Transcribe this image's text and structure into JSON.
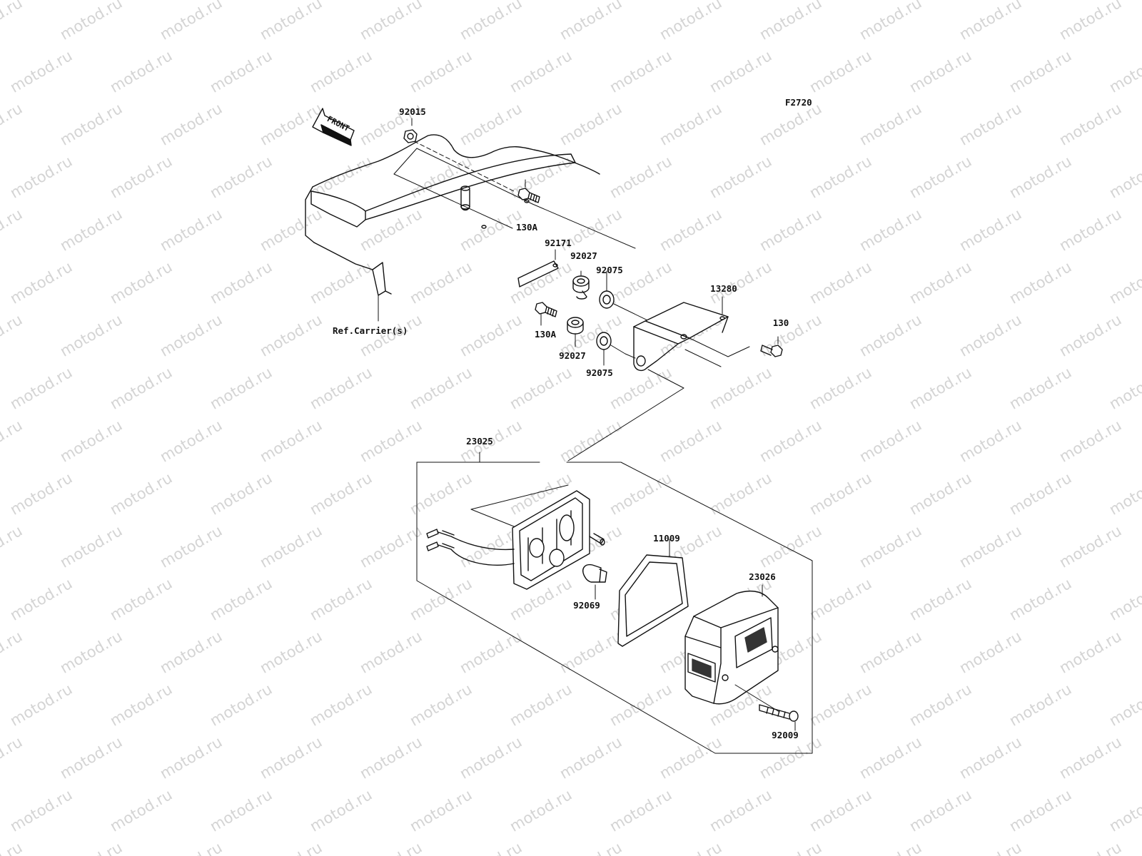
{
  "watermark": "motod.ru",
  "figure_code": "F2720",
  "front_label": "FRONT",
  "ref_note": "Ref.Carrier(s)",
  "parts": {
    "p92015": "92015",
    "p130A_top": "130A",
    "p92171": "92171",
    "p92027_top": "92027",
    "p92075_top": "92075",
    "p13280": "13280",
    "p130": "130",
    "p130A_bottom": "130A",
    "p92027_bottom": "92027",
    "p92075_bottom": "92075",
    "p23025": "23025",
    "p11009": "11009",
    "p23026": "23026",
    "p92069": "92069",
    "p92009": "92009"
  },
  "colors": {
    "line": "#111111",
    "watermark": "#d4d4d4"
  }
}
